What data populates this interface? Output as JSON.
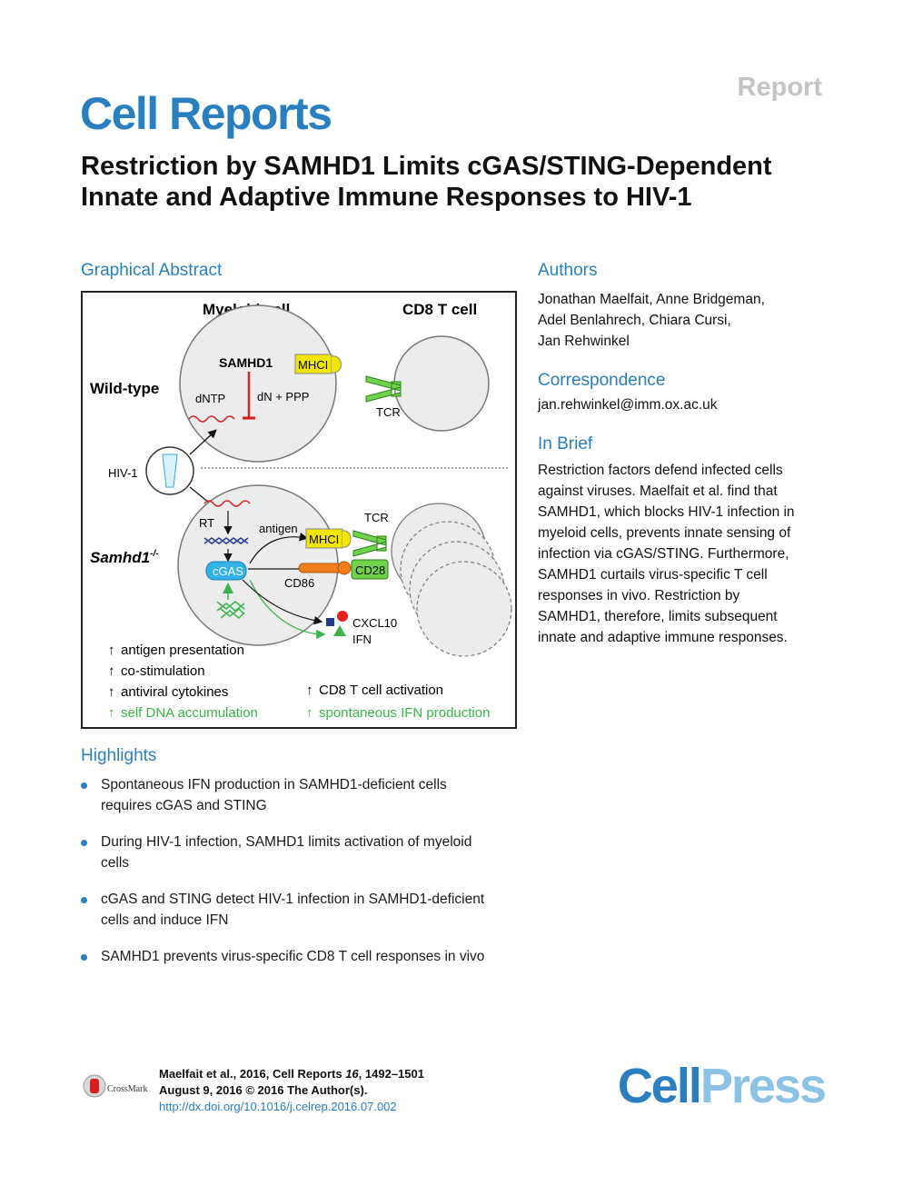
{
  "header": {
    "journal": "Cell Reports",
    "article_type": "Report"
  },
  "article": {
    "title": "Restriction by SAMHD1 Limits cGAS/STING-Dependent Innate and Adaptive Immune Responses to HIV-1"
  },
  "graphical_abstract": {
    "heading": "Graphical Abstract",
    "myeloid_cell": "Myeloid cell",
    "cd8_t_cell": "CD8 T cell",
    "wild_type": "Wild-type",
    "samhd1": "SAMHD1",
    "mhci": "MHCI",
    "dntp": "dNTP",
    "dn_ppp": "dN + PPP",
    "tcr": "TCR",
    "hiv1": "HIV-1",
    "samhd1_ko": "Samhd1",
    "samhd1_ko_sup": "-/-",
    "rt": "RT",
    "antigen": "antigen",
    "cgas": "cGAS",
    "cd86": "CD86",
    "cd28": "CD28",
    "cxcl10": "CXCL10",
    "ifn": "IFN",
    "outcomes_left": [
      "antigen presentation",
      "co-stimulation",
      "antiviral cytokines",
      "self DNA accumulation"
    ],
    "outcomes_right": [
      "CD8 T cell activation",
      "spontaneous IFN production"
    ],
    "colors": {
      "mhci": "#f2e600",
      "tcr": "#6fd44a",
      "cd28": "#6fd44a",
      "cgas": "#33b3e8",
      "cd86": "#f07d1c",
      "green_arrow": "#39b54a",
      "cell_fill": "#ececec"
    }
  },
  "authors": {
    "heading": "Authors",
    "names": [
      "Jonathan Maelfait, Anne Bridgeman,",
      "Adel Benlahrech, Chiara Cursi,",
      "Jan Rehwinkel"
    ]
  },
  "correspondence": {
    "heading": "Correspondence",
    "email": "jan.rehwinkel@imm.ox.ac.uk"
  },
  "in_brief": {
    "heading": "In Brief",
    "lines": [
      "Restriction factors defend infected cells",
      "against viruses. Maelfait et al. find that",
      "SAMHD1, which blocks HIV-1 infection in",
      "myeloid cells, prevents innate sensing of",
      "infection via cGAS/STING. Furthermore,",
      "SAMHD1 curtails virus-specific T cell",
      "responses in vivo. Restriction by",
      "SAMHD1, therefore, limits subsequent",
      "innate and adaptive immune responses."
    ]
  },
  "highlights": {
    "heading": "Highlights",
    "items": [
      [
        "Spontaneous IFN production in SAMHD1-deficient cells",
        "requires cGAS and STING"
      ],
      [
        "During HIV-1 infection, SAMHD1 limits activation of myeloid",
        "cells"
      ],
      [
        "cGAS and STING detect HIV-1 infection in SAMHD1-deficient",
        "cells and induce IFN"
      ],
      [
        "SAMHD1 prevents virus-specific CD8 T cell responses in vivo"
      ]
    ]
  },
  "footer": {
    "citation_prefix": "Maelfait et al., 2016, Cell Reports ",
    "citation_volume": "16",
    "citation_pages": ", 1492–1501",
    "date_line": "August 9, 2016 © 2016 The Author(s).",
    "doi": "http://dx.doi.org/10.1016/j.celrep.2016.07.002",
    "crossmark": "CrossMark",
    "publisher_cell": "Cell",
    "publisher_press": "Press"
  }
}
